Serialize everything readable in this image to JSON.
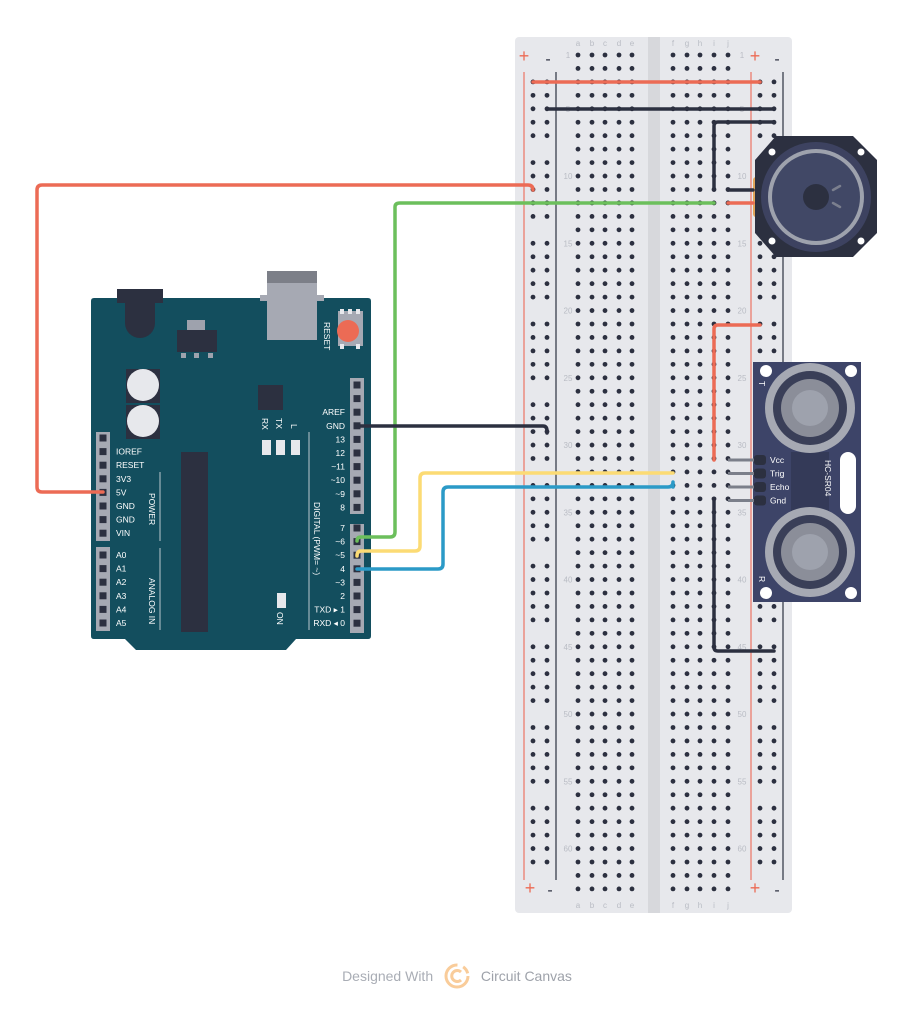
{
  "footer": {
    "prefix": "Designed With",
    "brand": "Circuit Canvas",
    "logo_icon": "circuit-canvas-logo-icon",
    "logo_color": "#f9cc9a"
  },
  "breadboard": {
    "column_letters_left": [
      "a",
      "b",
      "c",
      "d",
      "e"
    ],
    "column_letters_right": [
      "f",
      "g",
      "h",
      "i",
      "j"
    ],
    "row_numbers": [
      "1",
      "5",
      "10",
      "15",
      "20",
      "25",
      "30",
      "35",
      "40",
      "45",
      "50",
      "55",
      "60"
    ],
    "rows": 63,
    "plus_label": "+",
    "minus_label": "-"
  },
  "arduino": {
    "reset_label": "RESET",
    "power_header_labels": [
      "",
      "IOREF",
      "RESET",
      "3V3",
      "5V",
      "GND",
      "GND",
      "VIN"
    ],
    "analog_header_labels": [
      "A0",
      "A1",
      "A2",
      "A3",
      "A4",
      "A5"
    ],
    "power_group_label": "POWER",
    "analog_group_label": "ANALOG IN",
    "digital_top_labels": [
      "",
      "",
      "AREF",
      "GND",
      "13",
      "12",
      "~11",
      "~10",
      "~9",
      "8"
    ],
    "digital_bottom_labels": [
      "7",
      "~6",
      "~5",
      "4",
      "~3",
      "2",
      "TXD ▸ 1",
      "RXD ◂ 0"
    ],
    "digital_group_label": "DIGITAL (PWM= ~)",
    "led_labels": [
      "RX",
      "TX",
      "L"
    ],
    "on_label": "ON"
  },
  "sensor": {
    "name": "HC-SR04",
    "pins": [
      "Vcc",
      "Trig",
      "Echo",
      "Gnd"
    ],
    "transmitter_label": "T",
    "receiver_label": "R"
  },
  "speaker": {
    "name": "speaker"
  },
  "wires": [
    {
      "name": "wire-5v-to-plus-rail",
      "color": "#ec6b55"
    },
    {
      "name": "wire-pin6-to-speaker",
      "color": "#6cbf5c"
    },
    {
      "name": "wire-gnd-to-minus-rail",
      "color": "#2c3040"
    },
    {
      "name": "wire-pin5-to-trig",
      "color": "#fcdb74"
    },
    {
      "name": "wire-pin4-to-echo",
      "color": "#2b9ac7"
    },
    {
      "name": "wire-rail-bridge-plus",
      "color": "#ec6b55"
    },
    {
      "name": "wire-rail-bridge-minus",
      "color": "#2c3040"
    },
    {
      "name": "wire-speaker-gnd",
      "color": "#2c3040"
    },
    {
      "name": "wire-speaker-signal",
      "color": "#ec6b55"
    },
    {
      "name": "wire-sensor-vcc",
      "color": "#ec6b55"
    },
    {
      "name": "wire-sensor-gnd",
      "color": "#2c3040"
    }
  ],
  "colors": {
    "board": "#134e5e",
    "breadboard": "#e7e8ec",
    "hole": "#2c3040",
    "rail_plus": "#ec8577",
    "rail_minus": "#474b57",
    "module": "#3d4468"
  }
}
